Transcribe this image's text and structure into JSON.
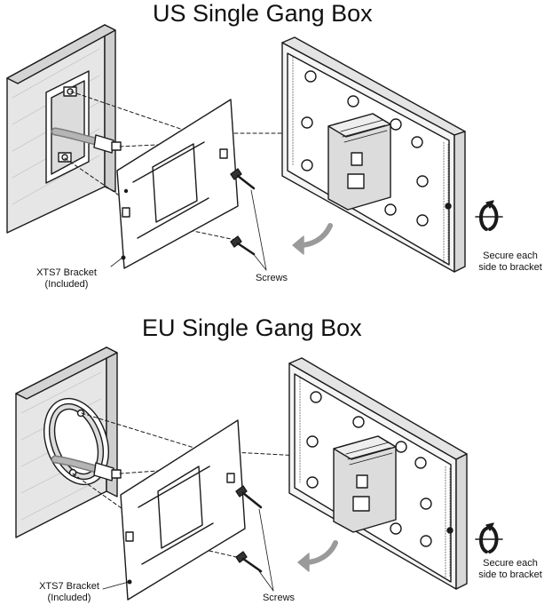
{
  "us_section": {
    "title": "US Single Gang Box",
    "bracket_label": [
      "XTS7 Bracket",
      "(Included)"
    ],
    "screws_label": "Screws",
    "secure_label": [
      "Secure each",
      "side to bracket"
    ]
  },
  "eu_section": {
    "title": "EU Single Gang Box",
    "bracket_label": [
      "XTS7 Bracket",
      "(Included)"
    ],
    "screws_label": "Screws",
    "secure_label": [
      "Secure each",
      "side to bracket"
    ]
  },
  "icons": {
    "mount_arrow": "curved-arrow-icon",
    "rotation": "rotation-arrow-icon",
    "screw": "screw-icon"
  },
  "colors": {
    "line": "#1a1a1a",
    "wall_fill": "#e6e6e6",
    "box_fill": "#dcdcdc",
    "cable": "#8a8a8a",
    "arrow": "#9a9a9a",
    "panel_fill": "#f4f4f4"
  }
}
